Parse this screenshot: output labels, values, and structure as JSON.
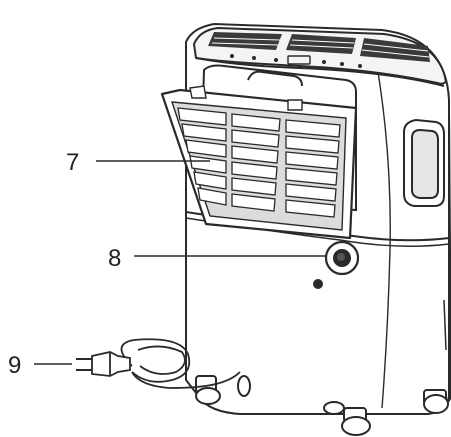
{
  "callouts": [
    {
      "number": "7"
    },
    {
      "number": "8"
    },
    {
      "number": "9"
    }
  ],
  "colors": {
    "line": "#2a2a2a",
    "body": "#ffffff",
    "shade": "#e6e6e6",
    "dark": "#333333"
  }
}
